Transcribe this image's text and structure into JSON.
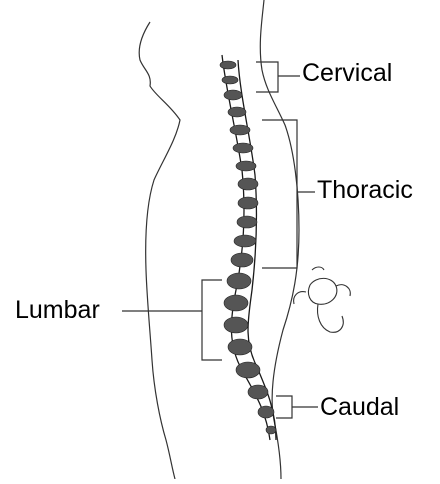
{
  "labels": {
    "cervical": "Cervical",
    "thoracic": "Thoracic",
    "lumbar": "Lumbar",
    "caudal": "Caudal"
  },
  "colors": {
    "background": "#ffffff",
    "line": "#1a1a1a",
    "text": "#000000"
  }
}
